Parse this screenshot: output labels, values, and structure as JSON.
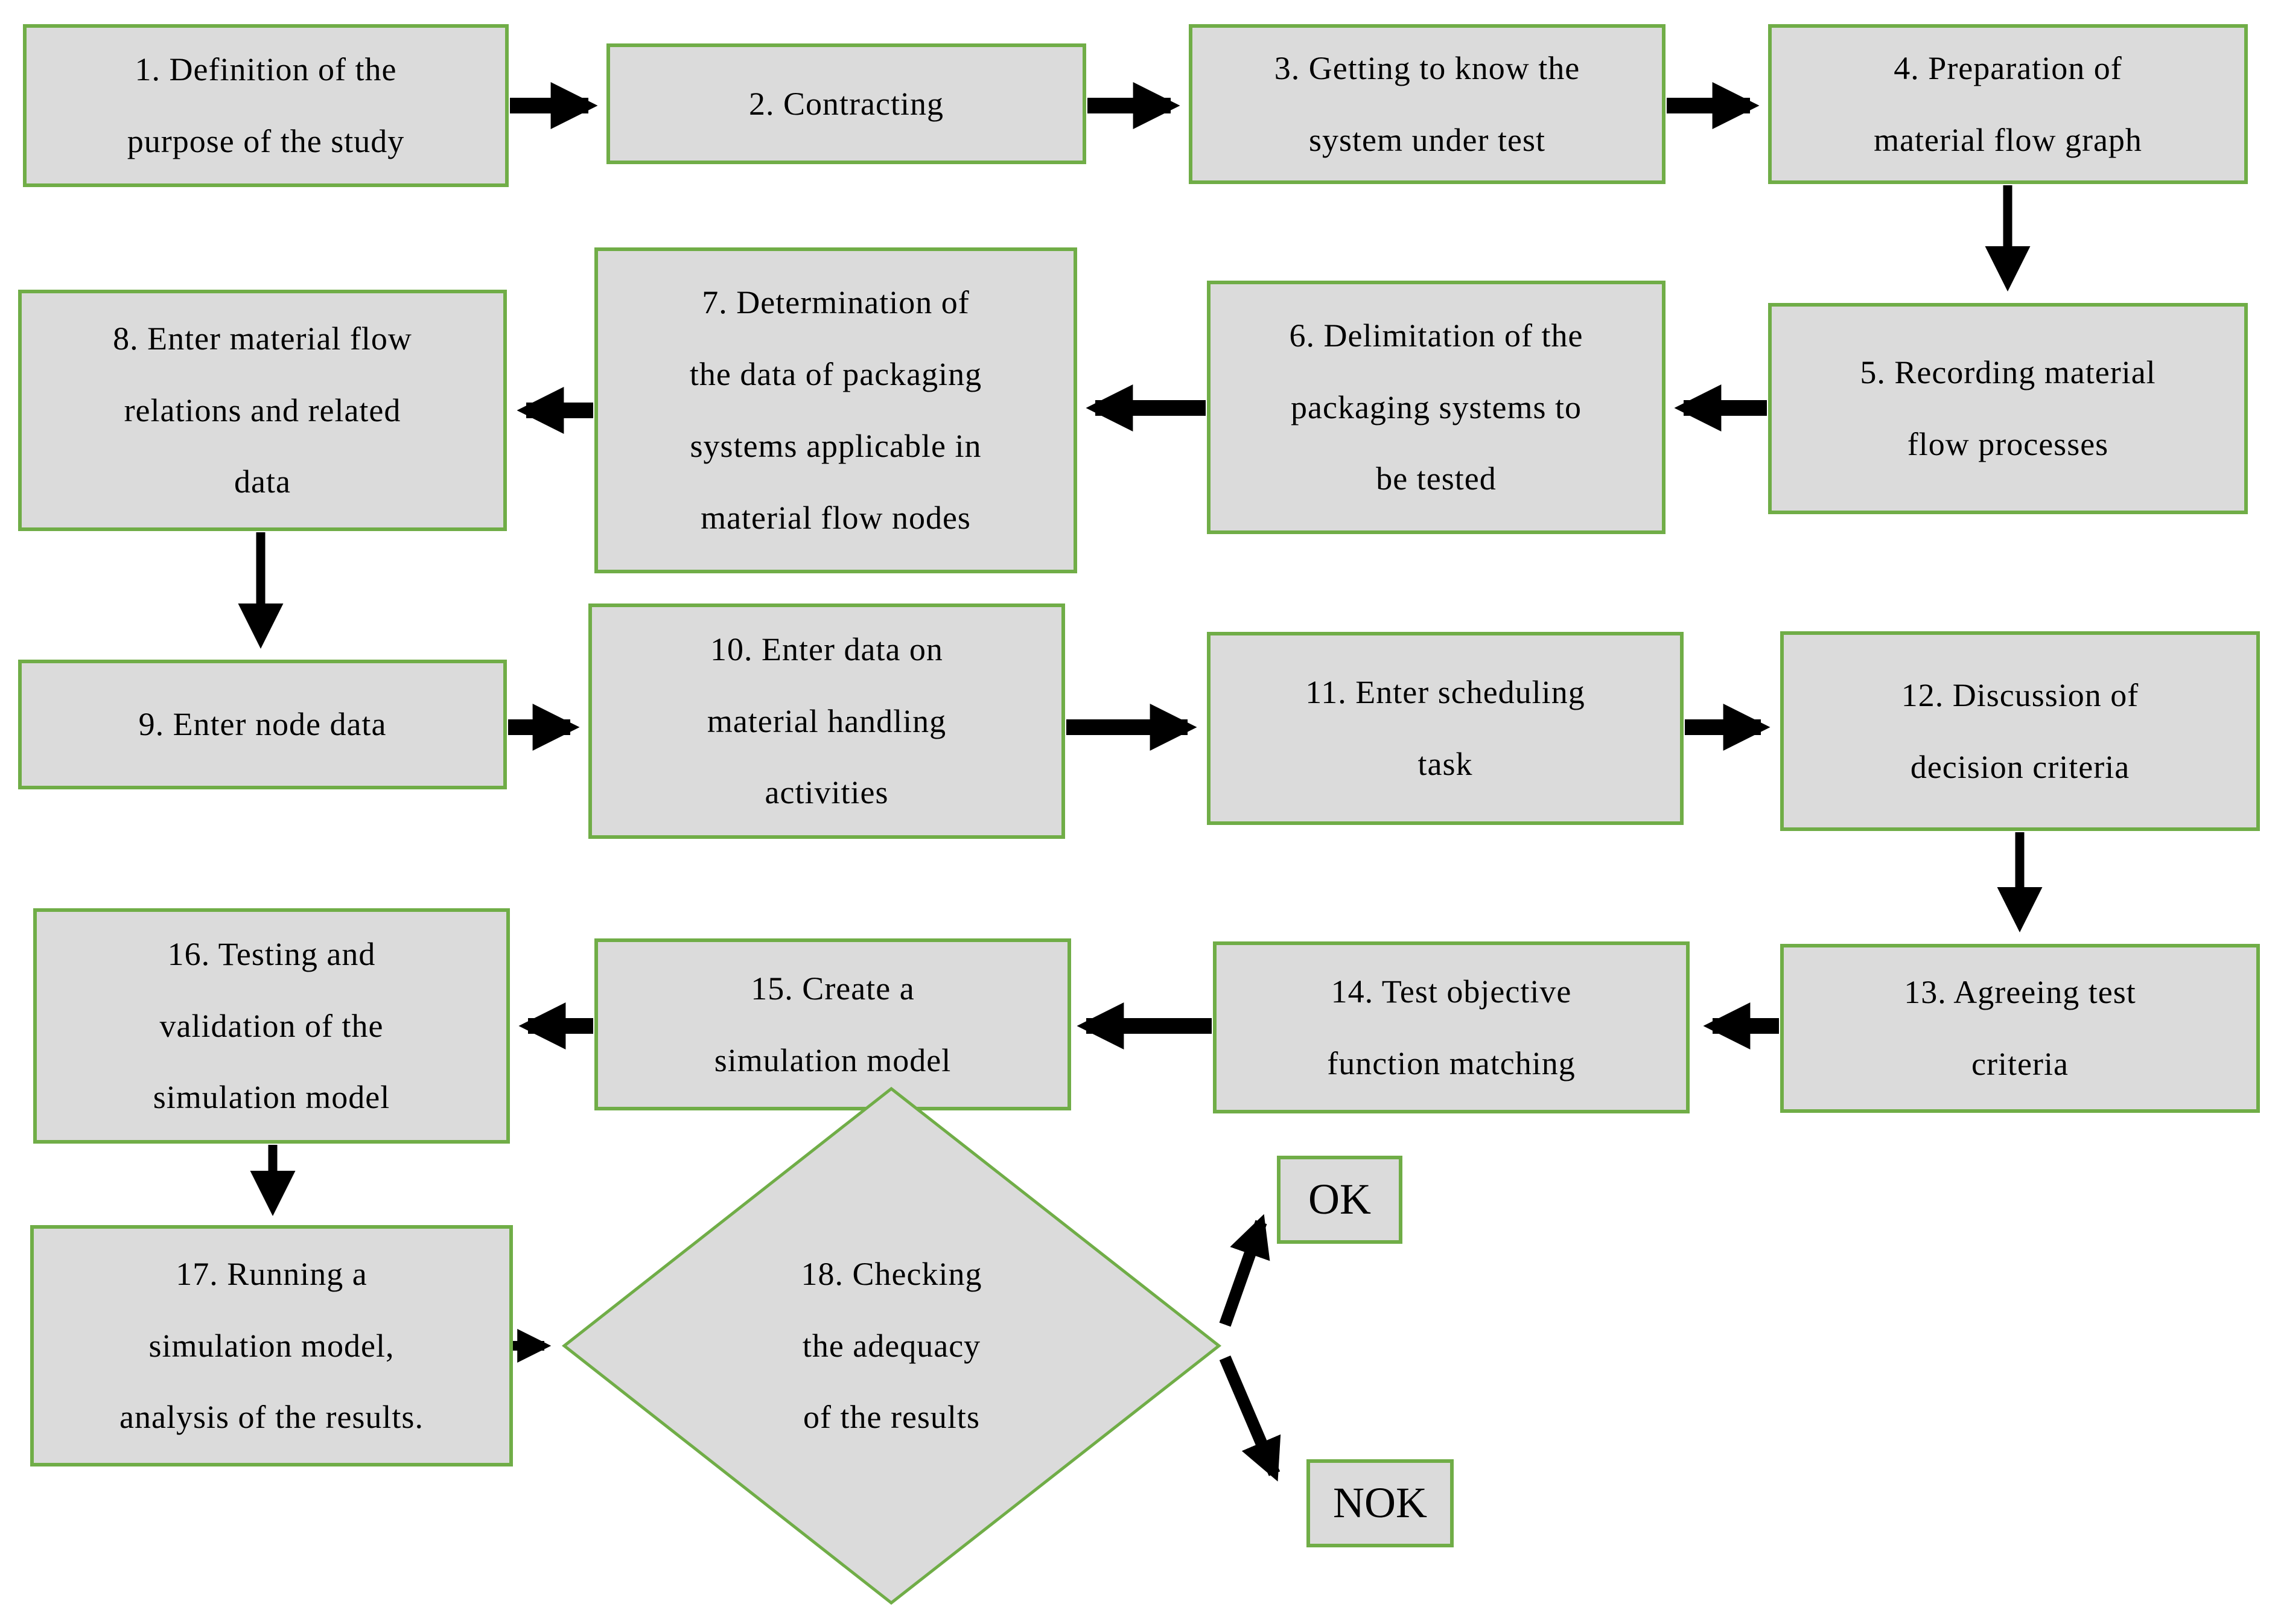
{
  "flowchart": {
    "colors": {
      "box_fill": "#dbdbdb",
      "box_border": "#70ad47",
      "arrow": "#000000",
      "background": "#ffffff",
      "text": "#000000"
    },
    "steps": [
      {
        "id": "1",
        "shape": "rect",
        "label": "1. Definition of the\npurpose of the study"
      },
      {
        "id": "2",
        "shape": "rect",
        "label": "2. Contracting"
      },
      {
        "id": "3",
        "shape": "rect",
        "label": "3. Getting to know the\nsystem under test"
      },
      {
        "id": "4",
        "shape": "rect",
        "label": "4. Preparation of\nmaterial flow graph"
      },
      {
        "id": "5",
        "shape": "rect",
        "label": "5. Recording material\nflow processes"
      },
      {
        "id": "6",
        "shape": "rect",
        "label": "6. Delimitation of the\npackaging systems to\nbe tested"
      },
      {
        "id": "7",
        "shape": "rect",
        "label": "7. Determination of\nthe data of packaging\nsystems applicable in\nmaterial flow nodes"
      },
      {
        "id": "8",
        "shape": "rect",
        "label": "8. Enter material flow\nrelations and related\ndata"
      },
      {
        "id": "9",
        "shape": "rect",
        "label": "9. Enter node data"
      },
      {
        "id": "10",
        "shape": "rect",
        "label": "10. Enter data on\nmaterial handling\nactivities"
      },
      {
        "id": "11",
        "shape": "rect",
        "label": "11. Enter scheduling\ntask"
      },
      {
        "id": "12",
        "shape": "rect",
        "label": "12. Discussion of\ndecision criteria"
      },
      {
        "id": "13",
        "shape": "rect",
        "label": "13. Agreeing test\ncriteria"
      },
      {
        "id": "14",
        "shape": "rect",
        "label": "14. Test objective\nfunction matching"
      },
      {
        "id": "15",
        "shape": "rect",
        "label": "15. Create a\nsimulation model"
      },
      {
        "id": "16",
        "shape": "rect",
        "label": "16. Testing and\nvalidation of the\nsimulation model"
      },
      {
        "id": "17",
        "shape": "rect",
        "label": "17. Running a\nsimulation model,\nanalysis of the results."
      },
      {
        "id": "18",
        "shape": "diamond",
        "label": "18. Checking\nthe adequacy\nof the results"
      },
      {
        "id": "ok",
        "shape": "rect",
        "label": "OK"
      },
      {
        "id": "nok",
        "shape": "rect",
        "label": "NOK"
      }
    ]
  }
}
